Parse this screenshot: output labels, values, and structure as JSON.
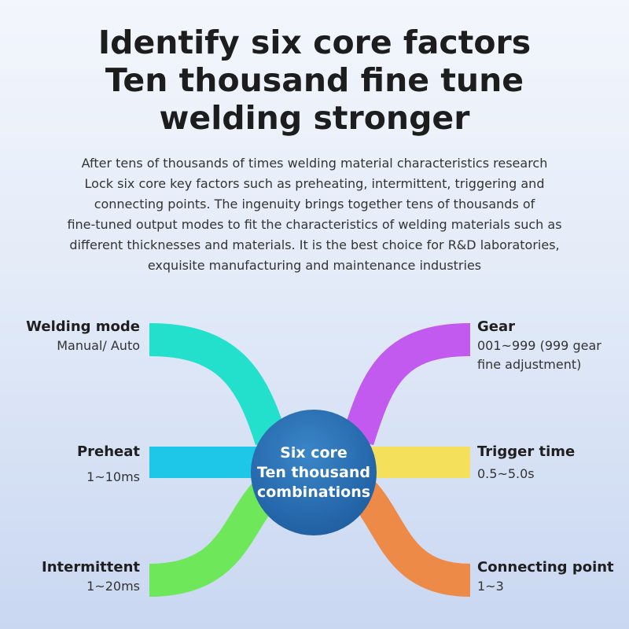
{
  "title": {
    "line1": "Identify six core factors",
    "line2": "Ten thousand fine tune",
    "line3": "welding stronger"
  },
  "description": {
    "line1": "After tens of thousands of times welding material characteristics research",
    "line2": "Lock six core key factors such as preheating, intermittent, triggering and",
    "line3": "connecting points. The ingenuity brings together tens of thousands of",
    "line4": "fine-tuned output modes to fit the characteristics of welding materials such as",
    "line5": "different thicknesses and materials. It is the best choice for R&D laboratories,",
    "line6": "exquisite manufacturing and maintenance industries"
  },
  "center": {
    "line1": "Six core",
    "line2": "Ten thousand",
    "line3": "combinations"
  },
  "factors": {
    "welding_mode": {
      "name": "Welding mode",
      "value": "Manual/ Auto"
    },
    "preheat": {
      "name": "Preheat",
      "value": "1~10ms"
    },
    "intermittent": {
      "name": "Intermittent",
      "value": "1~20ms"
    },
    "gear": {
      "name": "Gear",
      "value_line1": "001~999 (999 gear",
      "value_line2": "fine adjustment)"
    },
    "trigger_time": {
      "name": "Trigger time",
      "value": "0.5~5.0s"
    },
    "connecting_point": {
      "name": "Connecting point",
      "value": "1~3"
    }
  },
  "colors": {
    "welding_mode": "#22e0cc",
    "preheat": "#1ec6e8",
    "intermittent": "#6ee85a",
    "gear": "#c25af0",
    "trigger_time": "#f4e05a",
    "connecting_point": "#ee8a48",
    "center": "#2468ab"
  }
}
